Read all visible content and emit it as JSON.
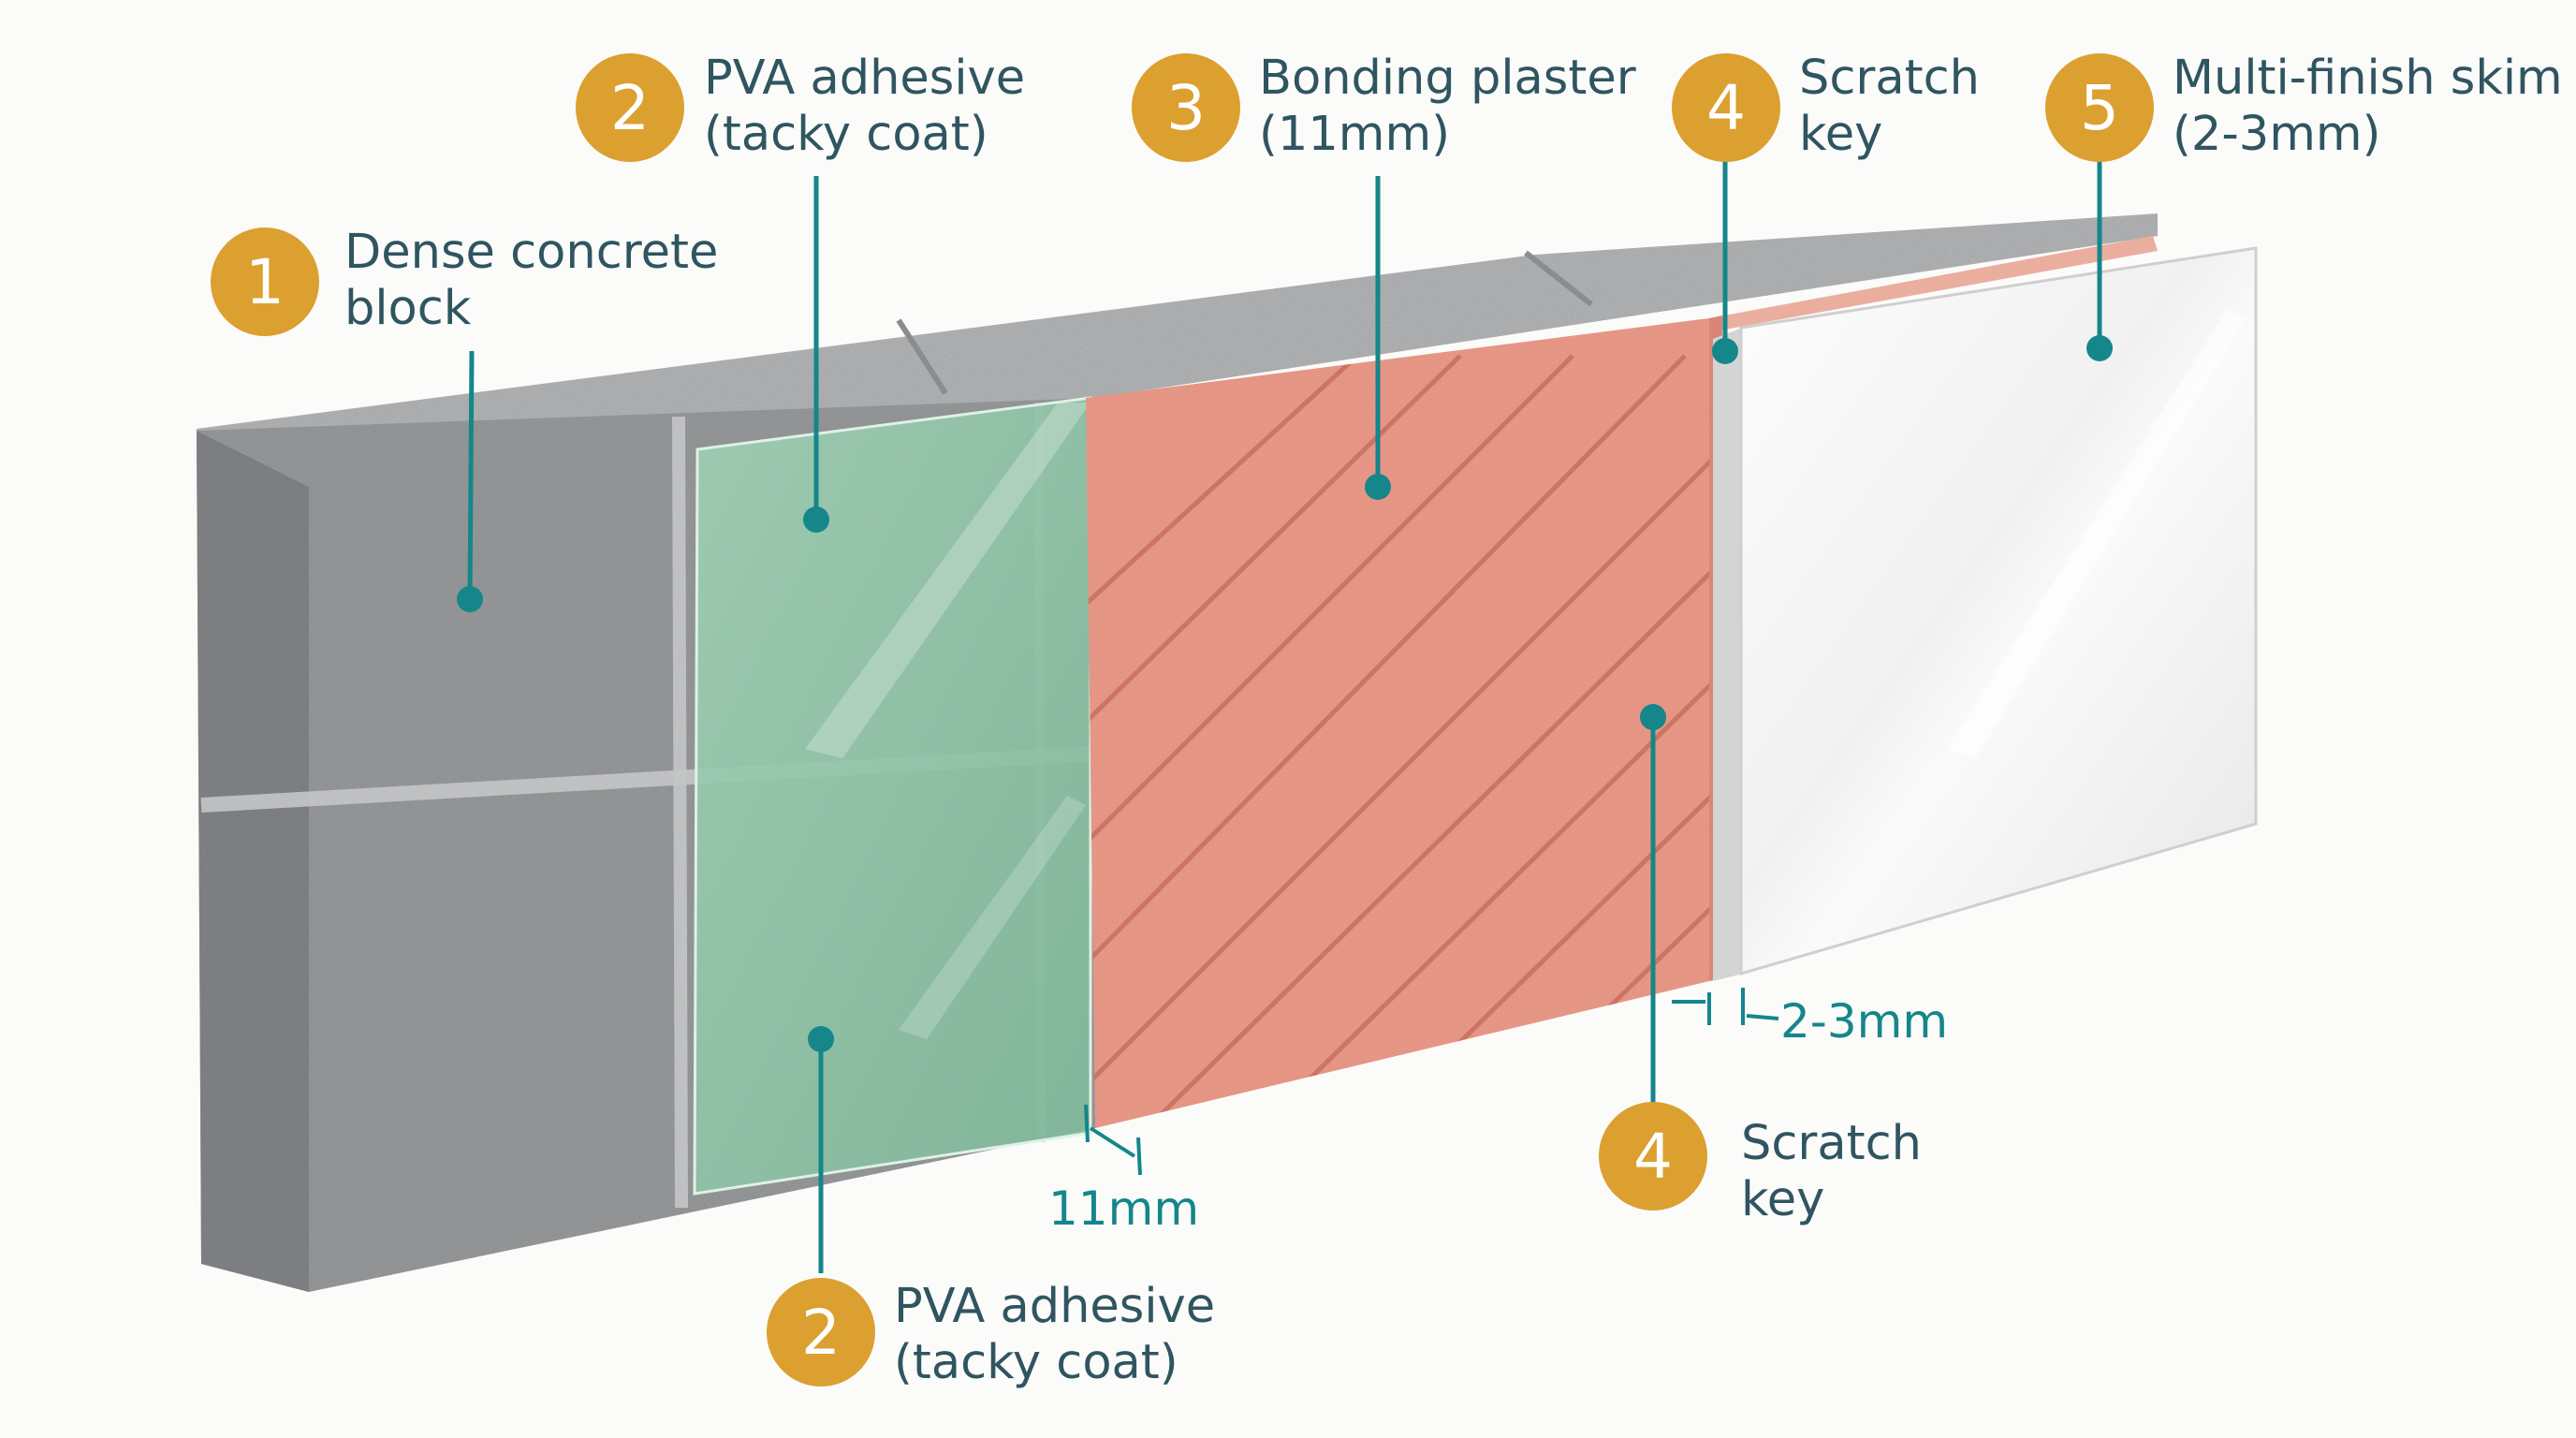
{
  "colors": {
    "accent_badge": "#dba02f",
    "leader_line": "#15868a",
    "label_text": "#2f5560",
    "concrete": "#9b9d9f",
    "pva": "#8fc4a6",
    "bonding_plaster": "#ec9a88",
    "skim": "#f2f2f2"
  },
  "callouts": {
    "c1": {
      "number": "1",
      "line1": "Dense concrete",
      "line2": "block"
    },
    "c2_top": {
      "number": "2",
      "line1": "PVA adhesive",
      "line2": "(tacky coat)"
    },
    "c3": {
      "number": "3",
      "line1": "Bonding plaster",
      "line2": "(11mm)"
    },
    "c4_top": {
      "number": "4",
      "line1": "Scratch",
      "line2": "key"
    },
    "c5": {
      "number": "5",
      "line1": "Multi-finish skim",
      "line2": "(2-3mm)"
    },
    "c4_bottom": {
      "number": "4",
      "line1": "Scratch",
      "line2": "key"
    },
    "c2_bottom": {
      "number": "2",
      "line1": "PVA adhesive",
      "line2": "(tacky coat)"
    }
  },
  "dimensions": {
    "plaster_thickness": "11mm",
    "skim_thickness": "2-3mm"
  }
}
